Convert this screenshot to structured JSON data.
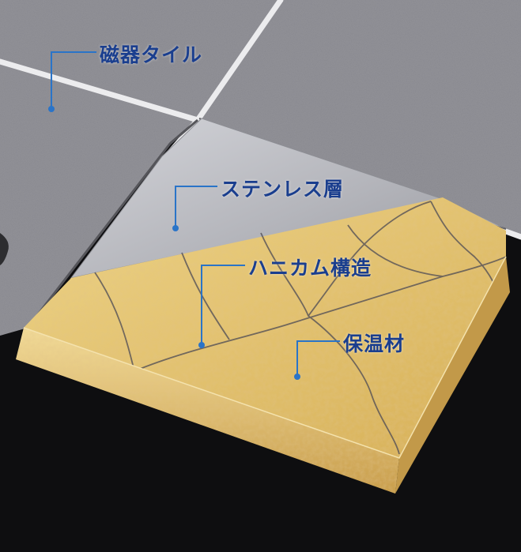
{
  "labels": {
    "tile": "磁器タイル",
    "stainless": "ステンレス層",
    "honeycomb": "ハニカム構造",
    "insulation": "保温材"
  },
  "colors": {
    "label_text": "#1a3e8e",
    "leader_line": "#2a74c8",
    "tile_gray": "#8f8f95",
    "grout": "#e6e6e8",
    "stainless": "#b9babf",
    "insulation": "#e2c06a",
    "background": "#0e0e10"
  }
}
